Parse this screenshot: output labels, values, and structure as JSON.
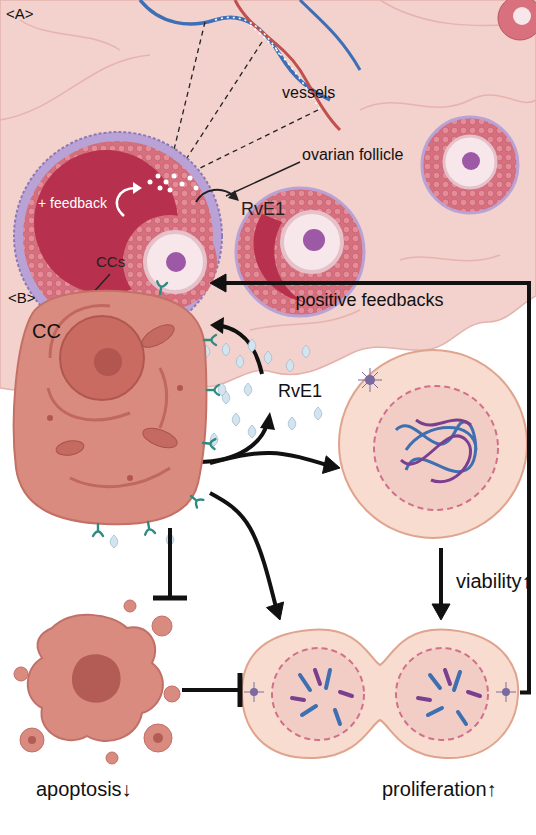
{
  "diagram": {
    "nodes": [
      {
        "text": [
          "CC"
        ]
      },
      {
        "text": [
          "viability↑"
        ]
      },
      {
        "text": [
          "apoptosis↓"
        ]
      },
      {
        "text": [
          "proliferation↑"
        ]
      }
    ],
    "edges": [
      {
        "from": 0,
        "to": 1,
        "arrow": "to"
      },
      {
        "from": 0,
        "to": 2,
        "arrow": "to"
      },
      {
        "from": 0,
        "to": 3,
        "arrow": "to"
      },
      {
        "from": 1,
        "to": 3,
        "arrow": "to"
      },
      {
        "from": 2,
        "to": 3,
        "arrow": "to"
      },
      {
        "from": 3,
        "to": 0,
        "arrow": "to",
        "label": "positive feedbacks"
      }
    ],
    "labels": [
      "<A>",
      "vessels",
      "ovarian follicle",
      "+ feedback",
      "RvE1",
      "CCs",
      "<B>",
      "RvE1"
    ]
  }
}
